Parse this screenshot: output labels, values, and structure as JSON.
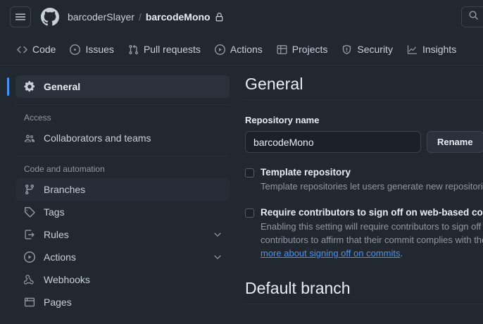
{
  "header": {
    "menu_icon": "hamburger-icon",
    "logo_icon": "github-logo-icon",
    "owner": "barcoderSlayer",
    "separator": "/",
    "repo": "barcodeMono",
    "visibility_icon": "lock-icon",
    "search_icon": "search-icon"
  },
  "nav": {
    "tabs": [
      {
        "label": "Code",
        "icon": "code-icon"
      },
      {
        "label": "Issues",
        "icon": "issue-opened-icon"
      },
      {
        "label": "Pull requests",
        "icon": "git-pull-request-icon"
      },
      {
        "label": "Actions",
        "icon": "play-icon"
      },
      {
        "label": "Projects",
        "icon": "table-icon"
      },
      {
        "label": "Security",
        "icon": "shield-icon"
      },
      {
        "label": "Insights",
        "icon": "graph-icon"
      }
    ]
  },
  "sidebar": {
    "general": {
      "label": "General",
      "icon": "gear-icon"
    },
    "access_section": "Access",
    "collaborators": {
      "label": "Collaborators and teams",
      "icon": "people-icon"
    },
    "code_section": "Code and automation",
    "items": [
      {
        "label": "Branches",
        "icon": "git-branch-icon",
        "chevron": false
      },
      {
        "label": "Tags",
        "icon": "tag-icon",
        "chevron": false
      },
      {
        "label": "Rules",
        "icon": "rules-icon",
        "chevron": true
      },
      {
        "label": "Actions",
        "icon": "play-icon",
        "chevron": true
      },
      {
        "label": "Webhooks",
        "icon": "webhook-icon",
        "chevron": false
      },
      {
        "label": "Pages",
        "icon": "browser-icon",
        "chevron": false
      }
    ]
  },
  "main": {
    "title": "General",
    "repo_name_label": "Repository name",
    "repo_name_value": "barcodeMono",
    "repo_name_placeholder": "Repository name",
    "rename_label": "Rename",
    "template": {
      "label": "Template repository",
      "desc": "Template repositories let users generate new repositories wi"
    },
    "signoff": {
      "label": "Require contributors to sign off on web-based co",
      "desc_line1": "Enabling this setting will require contributors to sign off on",
      "desc_line2": "contributors to affirm that their commit complies with the re",
      "link_text": "more about signing off on commits",
      "desc_tail": "."
    },
    "default_branch_title": "Default branch"
  },
  "colors": {
    "page_bg": "#212830",
    "accent": "#4493f8",
    "selected_bg": "#2a313a",
    "border": "#3d444d",
    "muted_text": "#9198a1"
  }
}
